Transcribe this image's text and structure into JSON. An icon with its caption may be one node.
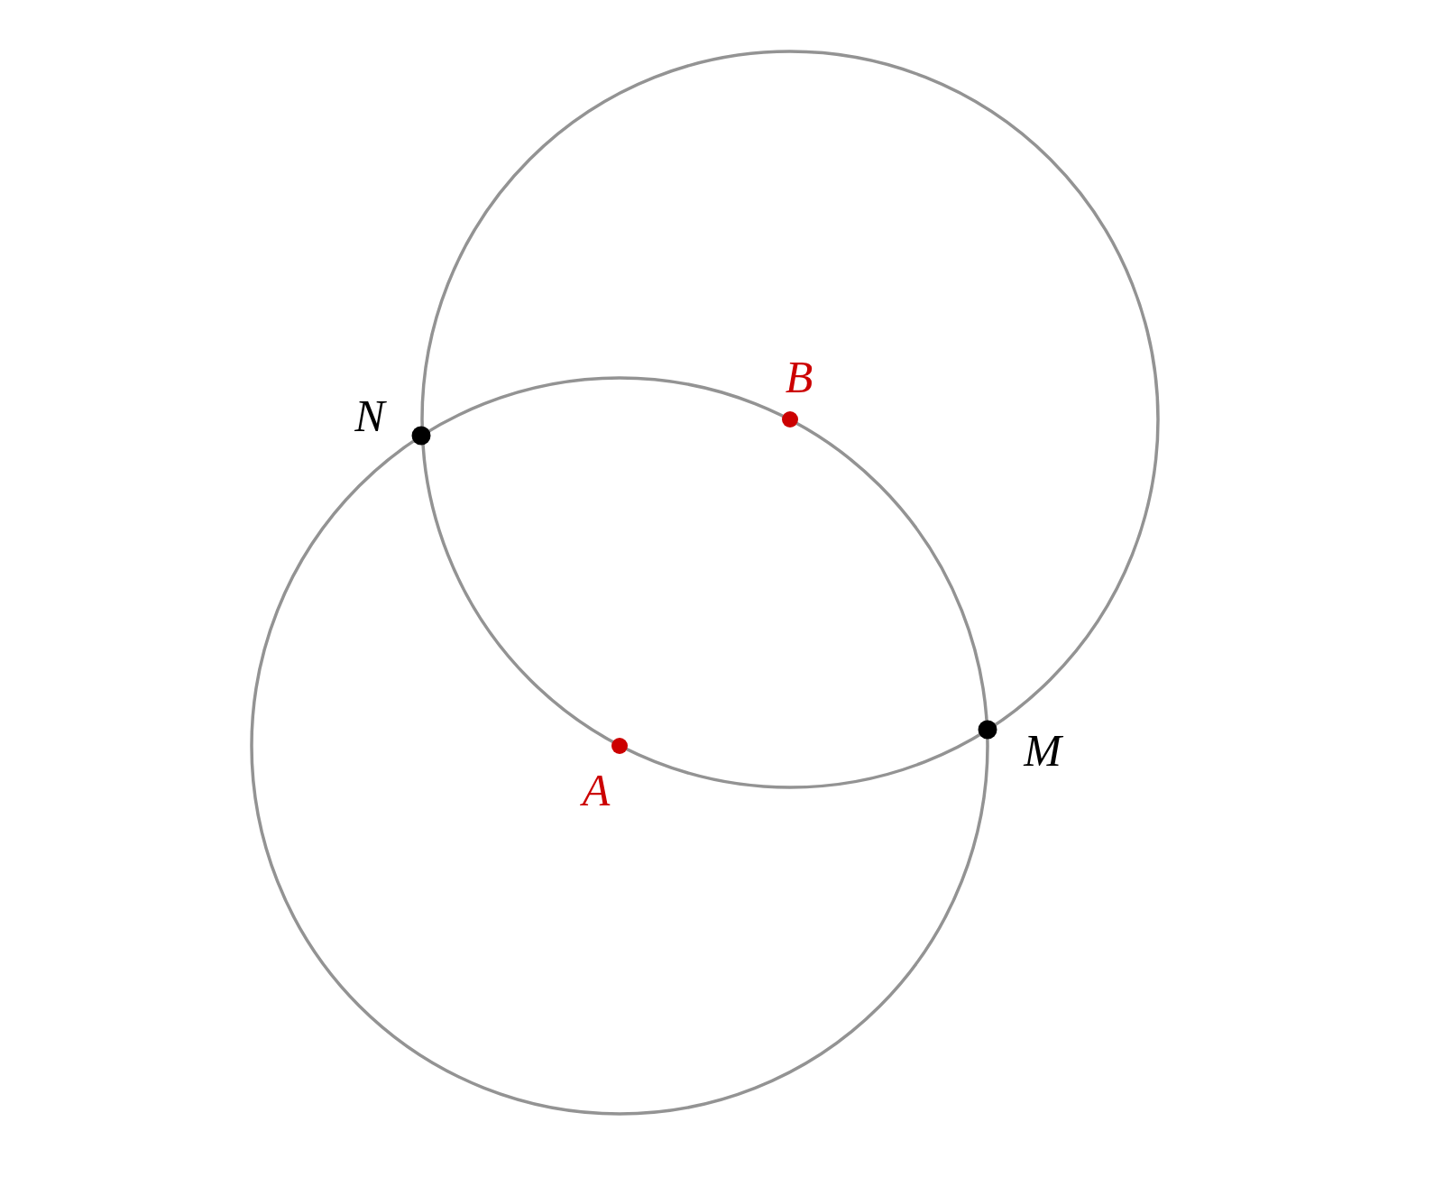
{
  "diagram": {
    "labels": [
      "B",
      "N",
      "M",
      "A"
    ]
  }
}
